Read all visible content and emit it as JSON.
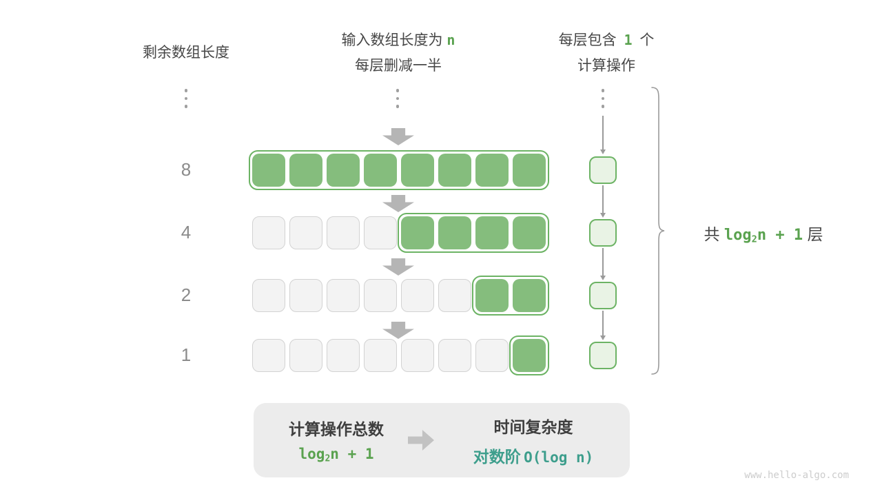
{
  "colors": {
    "green_fill": "#85bd7d",
    "green_border": "#6cb364",
    "green_light_fill": "#e9f3e5",
    "green_text": "#5aa24f",
    "teal_text": "#3d9e8c",
    "gray_cell_fill": "#f3f3f3",
    "gray_cell_border": "#d2d2d2",
    "text_dark": "#474747",
    "text_gray": "#8b8b8b",
    "dot_gray": "#9f9f9f",
    "arrow_gray": "#b5b5b5",
    "thin_arrow_gray": "#9a9a9a",
    "brace_gray": "#9a9a9a",
    "summary_bg": "#ececec",
    "watermark_gray": "#cccccc"
  },
  "headers": {
    "left": "剩余数组长度",
    "middle_line1_prefix": "输入数组长度为 ",
    "middle_line1_highlight": "n",
    "middle_line2": "每层删减一半",
    "right_line1_prefix": "每层包含 ",
    "right_line1_highlight": "1",
    "right_line1_suffix": " 个",
    "right_line2": "计算操作"
  },
  "diagram": {
    "rows": [
      {
        "label": "8",
        "total_cells": 8,
        "green_cells": 8
      },
      {
        "label": "4",
        "total_cells": 8,
        "green_cells": 4
      },
      {
        "label": "2",
        "total_cells": 8,
        "green_cells": 2
      },
      {
        "label": "1",
        "total_cells": 8,
        "green_cells": 1
      }
    ],
    "operation_boxes_count": 4
  },
  "brace_label": {
    "prefix": "共 ",
    "expr_base": "log",
    "expr_sub": "2",
    "expr_rest": "n + 1",
    "suffix": " 层"
  },
  "summary": {
    "left_title": "计算操作总数",
    "left_expr_base": "log",
    "left_expr_sub": "2",
    "left_expr_rest": "n + 1",
    "right_title": "时间复杂度",
    "right_value_cjk": "对数阶",
    "right_value_expr": "O(log n)"
  },
  "watermark": "www.hello-algo.com"
}
